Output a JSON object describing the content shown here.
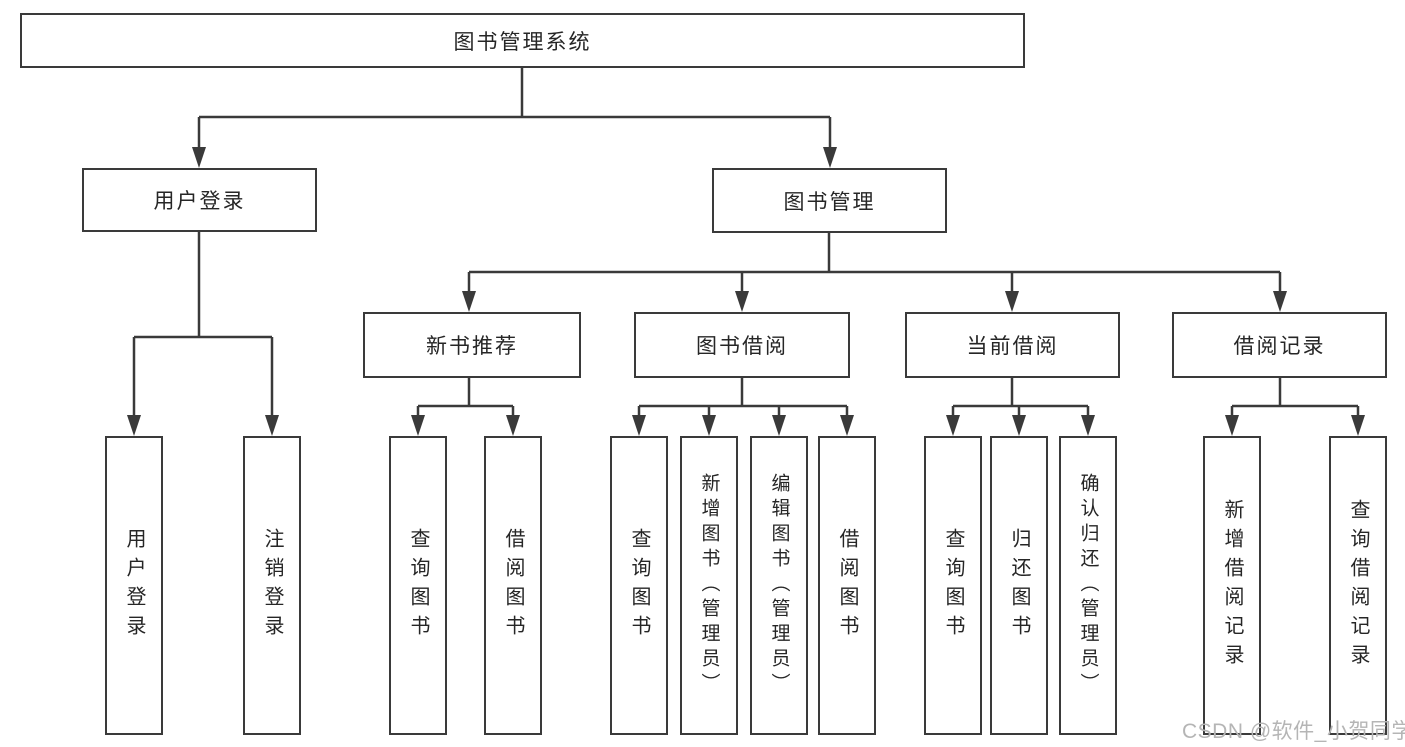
{
  "tree": {
    "root": {
      "label": "图书管理系统"
    },
    "branches": [
      {
        "label": "用户登录",
        "children": [
          {
            "label": "用户登录"
          },
          {
            "label": "注销登录"
          }
        ]
      },
      {
        "label": "图书管理",
        "groups": [
          {
            "label": "新书推荐",
            "children": [
              {
                "label": "查询图书"
              },
              {
                "label": "借阅图书"
              }
            ]
          },
          {
            "label": "图书借阅",
            "children": [
              {
                "label": "查询图书"
              },
              {
                "label": "新增图书（管理员）"
              },
              {
                "label": "编辑图书（管理员）"
              },
              {
                "label": "借阅图书"
              }
            ]
          },
          {
            "label": "当前借阅",
            "children": [
              {
                "label": "查询图书"
              },
              {
                "label": "归还图书"
              },
              {
                "label": "确认归还（管理员）"
              }
            ]
          },
          {
            "label": "借阅记录",
            "children": [
              {
                "label": "新增借阅记录"
              },
              {
                "label": "查询借阅记录"
              }
            ]
          }
        ]
      }
    ]
  },
  "watermark": {
    "text": "CSDN @软件_小贺同学"
  },
  "colors": {
    "line": "#3a3a3a",
    "text": "#262626",
    "watermark": "#b5b5b5",
    "background": "#ffffff"
  }
}
